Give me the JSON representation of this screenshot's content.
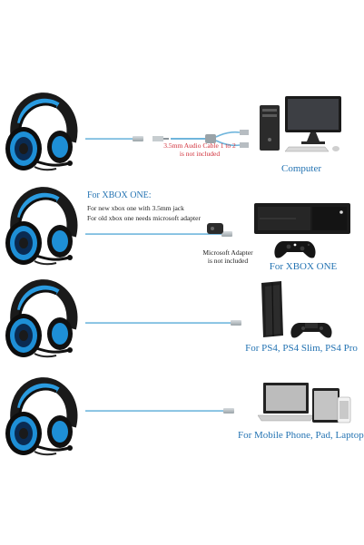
{
  "rows": [
    {
      "device_label": "Computer",
      "note": [
        "3.5mm Audio Cable 1 to 2",
        "is not included"
      ]
    },
    {
      "device_label": "For XBOX ONE",
      "heading": "For XBOX ONE:",
      "lines": [
        "For new xbox one with 3.5mm jack",
        "For old xbox one needs microsoft adapter"
      ],
      "note": [
        "Microsoft Adapter",
        "is not included"
      ]
    },
    {
      "device_label": "For PS4, PS4 Slim, PS4 Pro"
    },
    {
      "device_label": "For Mobile Phone, Pad, Laptop"
    }
  ],
  "colors": {
    "accent_blue": "#2574b3",
    "note_red": "#d1313b",
    "headset_blue": "#1e8fd6",
    "cable_blue": "#6fb5dc"
  },
  "icons": [
    "headset-icon",
    "computer-icon",
    "xbox-console-icon",
    "ps4-console-icon",
    "mobile-devices-icon",
    "splitter-cable-icon",
    "adapter-icon"
  ]
}
